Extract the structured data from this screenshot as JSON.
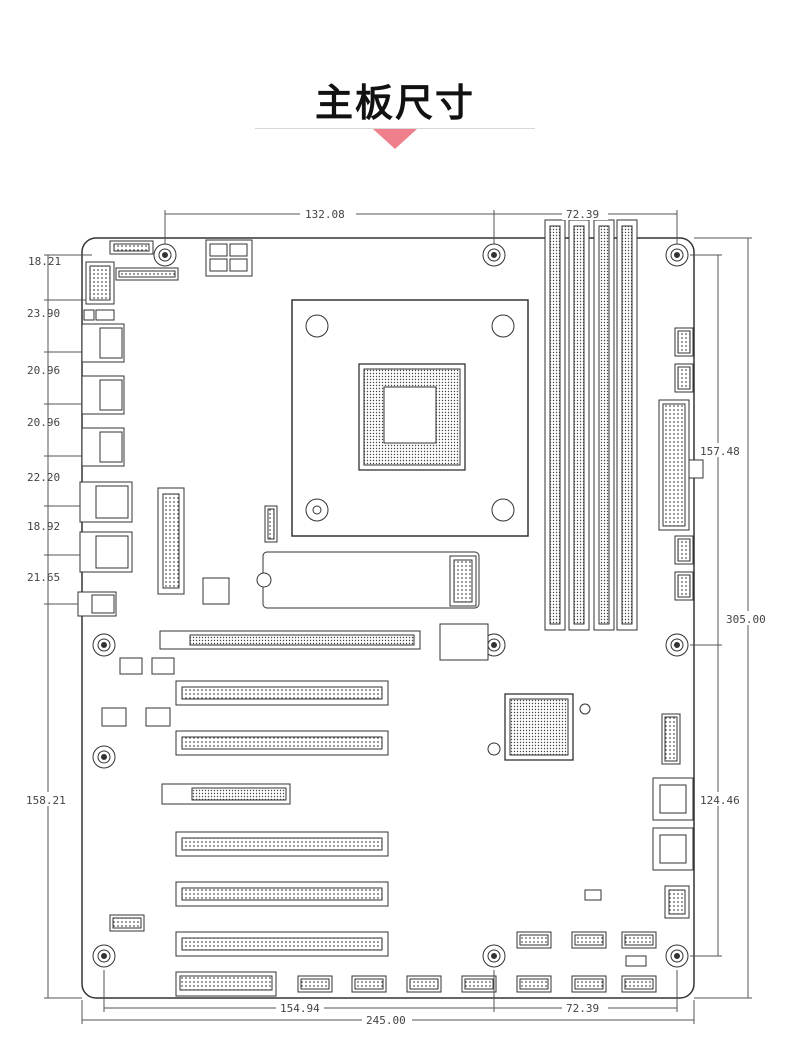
{
  "header": {
    "title": "主板尺寸",
    "marker_color": "#f07f8c"
  },
  "dimensions": {
    "top_left_span": "132.08",
    "top_right_span": "72.39",
    "right_top_span": "157.48",
    "right_full_height": "305.00",
    "right_lower_span": "124.46",
    "left_offsets": [
      "18.21",
      "23.90",
      "20.96",
      "20.96",
      "22.20",
      "18.92",
      "21.65"
    ],
    "left_lower_span": "158.21",
    "bottom_left_span": "154.94",
    "bottom_right_span": "72.39",
    "bottom_full_width": "245.00"
  }
}
